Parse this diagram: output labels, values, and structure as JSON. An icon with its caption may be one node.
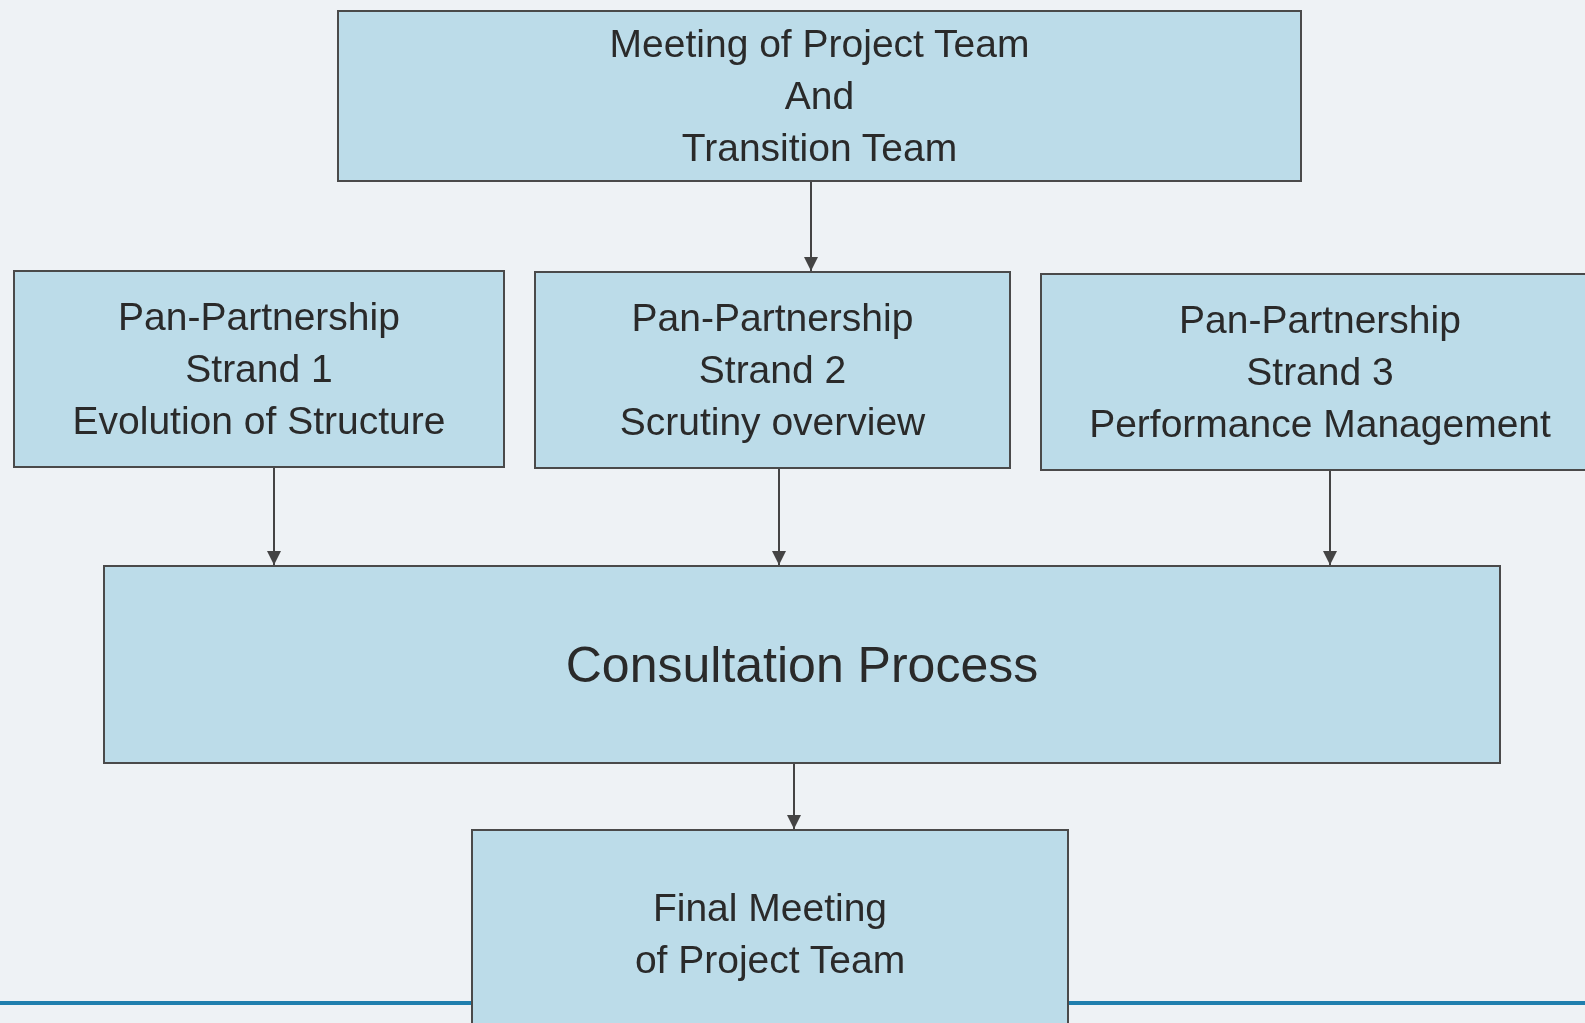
{
  "diagram": {
    "nodes": [
      {
        "text": [
          "Meeting of Project Team",
          "And",
          "Transition Team"
        ]
      },
      {
        "text": [
          "Pan-Partnership",
          "Strand 1",
          "Evolution of Structure"
        ]
      },
      {
        "text": [
          "Pan-Partnership",
          "Strand 2",
          "Scrutiny overview"
        ]
      },
      {
        "text": [
          "Pan-Partnership",
          "Strand 3",
          "Performance Management"
        ]
      },
      {
        "text": [
          "Consultation Process"
        ]
      },
      {
        "text": [
          "Final Meeting",
          "of Project Team"
        ]
      }
    ],
    "edges": [
      {
        "from": 0,
        "to": 2,
        "arrow": "to"
      },
      {
        "from": 1,
        "to": 4,
        "arrow": "to"
      },
      {
        "from": 2,
        "to": 4,
        "arrow": "to"
      },
      {
        "from": 3,
        "to": 4,
        "arrow": "to"
      },
      {
        "from": 4,
        "to": 5,
        "arrow": "to"
      }
    ]
  }
}
